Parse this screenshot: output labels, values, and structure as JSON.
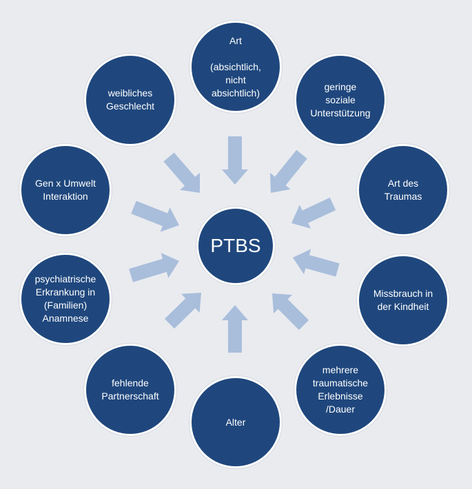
{
  "diagram": {
    "center": {
      "label": "PTBS"
    },
    "nodes": [
      {
        "id": "art",
        "label": "Art\n\n(absichtlich,\nnicht\nabsichtlich)"
      },
      {
        "id": "geringe-soziale-unterstuetzung",
        "label": "geringe\nsoziale\nUnterstützung"
      },
      {
        "id": "art-des-traumas",
        "label": "Art des\nTraumas"
      },
      {
        "id": "missbrauch-in-der-kindheit",
        "label": "Missbrauch in\nder Kindheit"
      },
      {
        "id": "mehrere-traumatische-erlebnisse",
        "label": "mehrere\ntraumatische\nErlebnisse\n/Dauer"
      },
      {
        "id": "alter",
        "label": "Alter"
      },
      {
        "id": "fehlende-partnerschaft",
        "label": "fehlende\nPartnerschaft"
      },
      {
        "id": "psychiatrische-erkrankung",
        "label": "psychiatrische\nErkrankung in\n(Familien)\nAnamnese"
      },
      {
        "id": "gen-x-umwelt-interaktion",
        "label": "Gen x Umwelt\nInteraktion"
      },
      {
        "id": "weibliches-geschlecht",
        "label": "weibliches\nGeschlecht"
      }
    ],
    "colors": {
      "background": "#e9ebef",
      "node_fill": "#1f477d",
      "node_border": "#ffffff",
      "arrow_fill": "#a9bedb"
    }
  }
}
